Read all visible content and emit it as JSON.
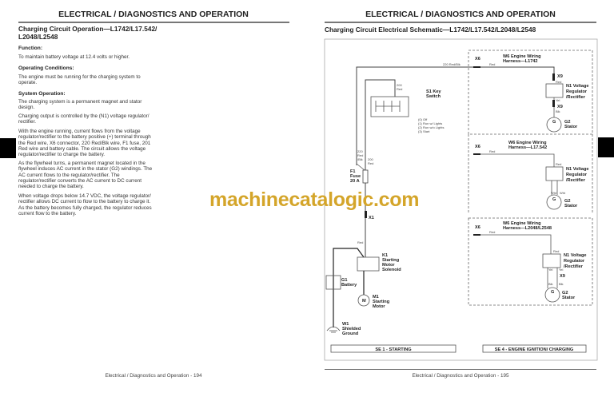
{
  "left_page": {
    "header": "ELECTRICAL / DIAGNOSTICS AND OPERATION",
    "title_line1": "Charging Circuit Operation—L1742/L17.542/",
    "title_line2": "L2048/L2548",
    "function_heading": "Function:",
    "function_text": "To maintain battery voltage at 12.4 volts or higher.",
    "conditions_heading": "Operating Conditions:",
    "conditions_text": "The engine must be running for the charging system to operate.",
    "system_heading": "System Operation:",
    "paragraphs": [
      "The charging system is a permanent magnet and stator design.",
      "Charging output is controlled by the (N1) voltage regulator/ rectifier.",
      "With the engine running, current flows from the voltage regulator/rectifier to the battery positive (+) terminal through the Red wire, X6 connector, 220 Red/Blk wire, F1 fuse, 201 Red wire and battery cable. The circuit allows the voltage regulator/rectifier to charge the battery.",
      "As the flywheel turns, a permanent magnet located in the flywheel induces AC current in the stator (G2) windings. The AC current flows to the regulator/rectifier. The regulator/rectifier converts the AC current to DC current needed to charge the battery.",
      "When voltage drops below 14.7 VDC, the voltage regulator/ rectifier allows DC current to flow to the battery to charge it. As the battery becomes fully charged, the regulator reduces current flow to the battery."
    ],
    "footer": "Electrical / Diagnostics and Operation  - 194"
  },
  "right_page": {
    "header": "ELECTRICAL / DIAGNOSTICS AND OPERATION",
    "title": "Charging Circuit Electrical Schematic—L1742/L17.542/L2048/L2548",
    "footer": "Electrical / Diagnostics and Operation  - 195",
    "schematic": {
      "wire_220": "220 Red/Blk",
      "red": "Red",
      "x6": "X6",
      "x9": "X9",
      "x1": "X1",
      "harness1_a": "W6 Engine Wiring",
      "harness1_b": "Harness—L1742",
      "harness2_a": "W6 Engine Wiring",
      "harness2_b": "Harness—L17.542",
      "harness3_a": "W6 Engine Wiring",
      "harness3_b": "Harness—L2048/L2548",
      "n1_a": "N1 Voltage",
      "n1_b": "Regulator",
      "n1_c": "/Rectifier",
      "g2_a": "G2",
      "g2_b": "Stator",
      "g": "G",
      "yel": "Yel",
      "blk": "Blk",
      "wht": "Wht",
      "w200_a": "200",
      "w200_b": "Red",
      "w220_a": "220",
      "w220_b": "Red",
      "w220_c": "/Blk",
      "s1_a": "S1 Key",
      "s1_b": "Switch",
      "key_positions": [
        "(0) Off",
        "(1) Run w/ Lights",
        "(2) Run w/o Lights",
        "(3) Start"
      ],
      "f1_a": "F1",
      "f1_b": "Fuse",
      "f1_c": "20 A",
      "k1": [
        "K1",
        "Starting",
        "Motor",
        "Solenoid"
      ],
      "g1": [
        "G1",
        "Battery"
      ],
      "m1": [
        "M1",
        "Starting",
        "Motor"
      ],
      "m": "M",
      "w1": [
        "W1",
        "Shielded",
        "Ground"
      ],
      "se1": "SE 1 - STARTING",
      "se4": "SE 4 - ENGINE IGNITION/ CHARGING"
    }
  },
  "watermark": "machinecatalogic.com"
}
